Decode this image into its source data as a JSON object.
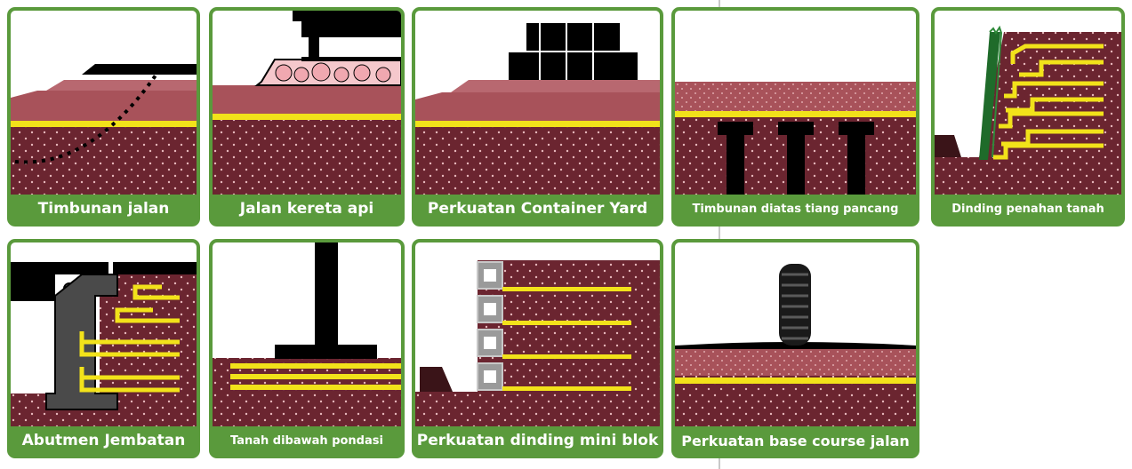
{
  "tiles": [
    {
      "label": "Timbunan jalan"
    },
    {
      "label": "Jalan kereta api"
    },
    {
      "label": "Perkuatan Container Yard"
    },
    {
      "label": "Timbunan diatas tiang pancang"
    },
    {
      "label": "Dinding penahan tanah"
    },
    {
      "label": "Abutmen Jembatan"
    },
    {
      "label": "Tanah dibawah pondasi"
    },
    {
      "label": "Perkuatan dinding mini blok"
    },
    {
      "label": "Perkuatan base course jalan"
    }
  ],
  "colors": {
    "frame": "#5a9a3c",
    "soil": "#6b2530",
    "fill": "#a8525a",
    "fill_light": "#b86870",
    "geogrid": "#f2e21a",
    "structure": "#000000"
  }
}
